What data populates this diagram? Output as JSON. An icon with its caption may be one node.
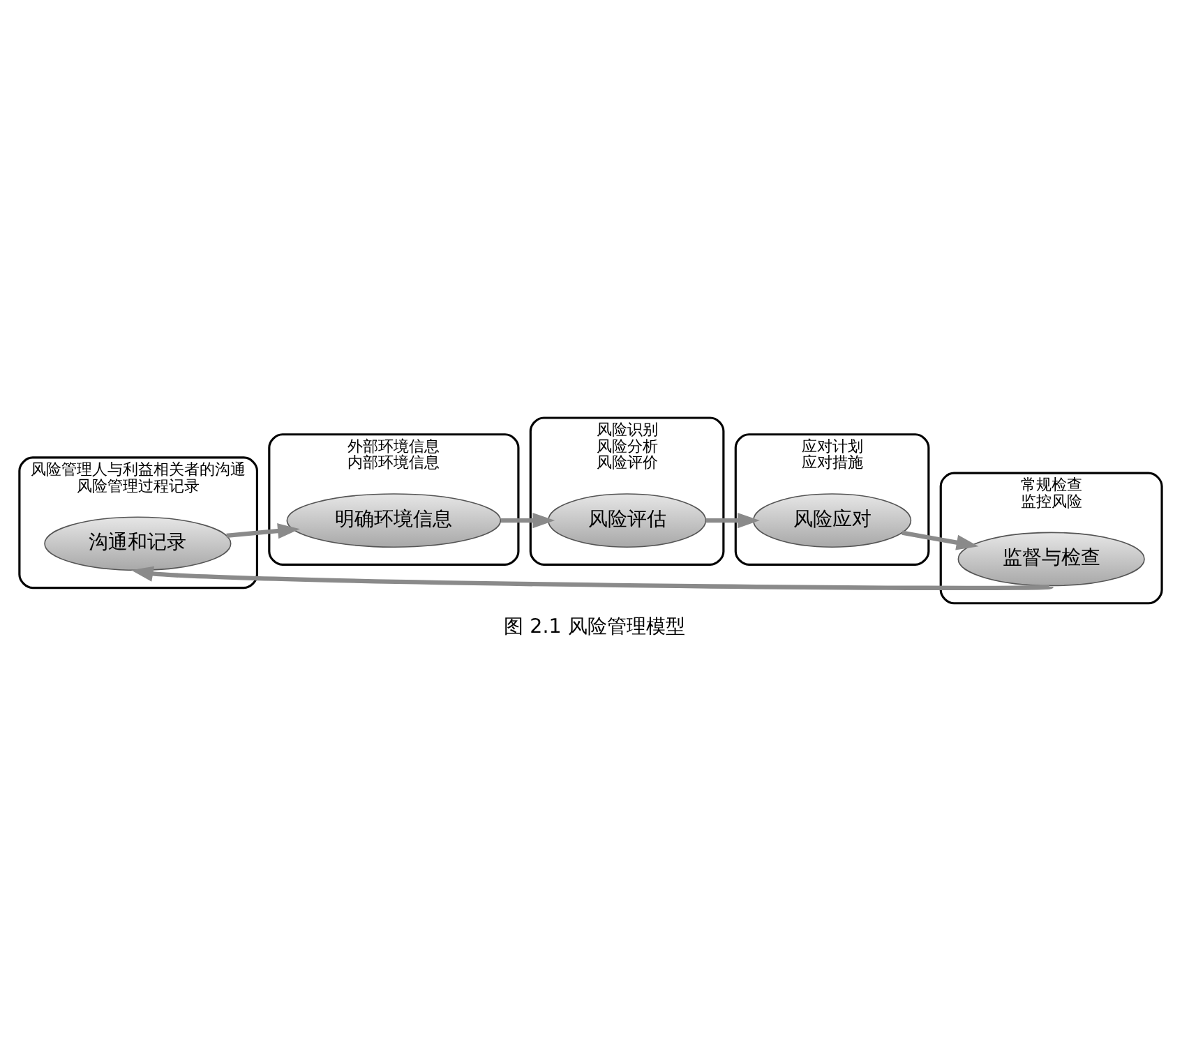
{
  "diagram": {
    "caption": "图 2.1 风险管理模型",
    "nodes": [
      {
        "text": [
          "风险管理人与利益相关者的沟通",
          "风险管理过程记录"
        ]
      },
      {
        "text": [
          "沟通和记录"
        ],
        "in": 0
      },
      {
        "text": [
          "外部环境信息",
          "内部环境信息"
        ]
      },
      {
        "text": [
          "明确环境信息"
        ],
        "in": 2
      },
      {
        "text": [
          "风险识别",
          "风险分析",
          "风险评价"
        ]
      },
      {
        "text": [
          "风险评估"
        ],
        "in": 4
      },
      {
        "text": [
          "应对计划",
          "应对措施"
        ]
      },
      {
        "text": [
          "风险应对"
        ],
        "in": 6
      },
      {
        "text": [
          "常规检查",
          "监控风险"
        ]
      },
      {
        "text": [
          "监督与检查"
        ],
        "in": 8
      }
    ],
    "edges": [
      {
        "from": 1,
        "to": 3,
        "arrow": "to"
      },
      {
        "from": 3,
        "to": 5,
        "arrow": "to"
      },
      {
        "from": 5,
        "to": 7,
        "arrow": "to"
      },
      {
        "from": 7,
        "to": 9,
        "arrow": "to"
      },
      {
        "from": 9,
        "to": 1,
        "arrow": "to"
      }
    ]
  }
}
